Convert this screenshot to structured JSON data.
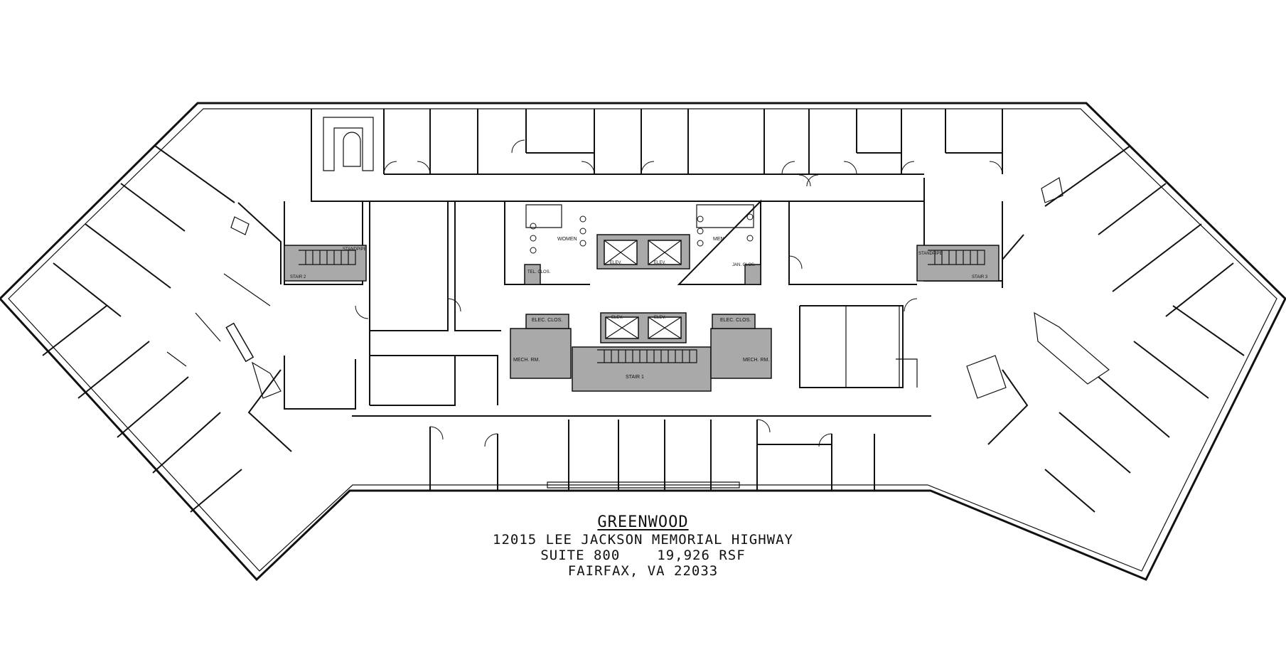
{
  "title_block": {
    "name": "GREENWOOD",
    "address": "12015 LEE JACKSON MEMORIAL HIGHWAY",
    "suite": "SUITE 800",
    "area": "19,926 RSF",
    "city": "FAIRFAX, VA 22033"
  },
  "labels": {
    "women": "WOMEN",
    "men": "MEN",
    "elev_1": "ELEV.",
    "elev_2": "ELEV.",
    "elev_3": "ELEV.",
    "elev_4": "ELEV.",
    "tel_clos": "TEL. CLOS.",
    "jan_clos": "JAN. CLOS.",
    "elec_clos_left": "ELEC. CLOS.",
    "elec_clos_right": "ELEC. CLOS.",
    "mech_rm_left": "MECH. RM.",
    "mech_rm_right": "MECH. RM.",
    "stair_1": "STAIR 1",
    "stair_2": "STAIR 2",
    "stair_3": "STAIR 3",
    "standpipe_left": "STANDPIPE",
    "standpipe_right": "STANDPIPE"
  },
  "colors": {
    "wall": "#111111",
    "core_fill": "#a9a9a9",
    "background": "#ffffff"
  }
}
